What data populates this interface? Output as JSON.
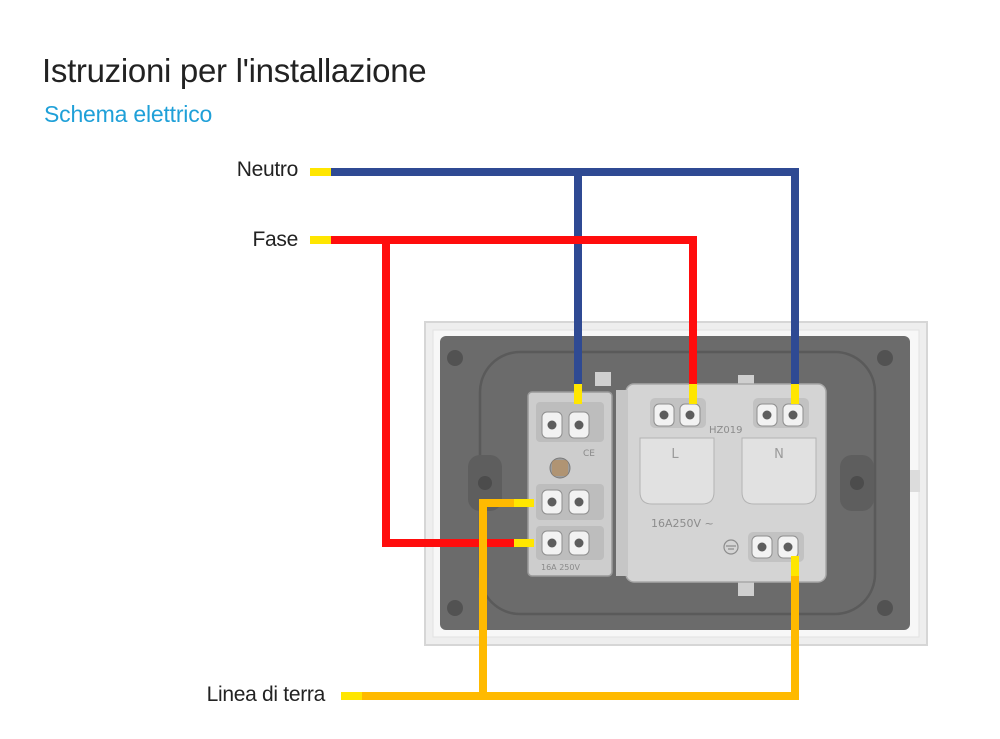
{
  "header": {
    "title": "Istruzioni per l'installazione",
    "subtitle": "Schema elettrico"
  },
  "wires": {
    "neutral": {
      "label": "Neutro",
      "color": "#2f4a93"
    },
    "phase": {
      "label": "Fase",
      "color": "#ff0d0d"
    },
    "earth": {
      "label": "Linea di terra",
      "color": "#ffba00"
    },
    "terminal_tip_color": "#ffe600"
  },
  "device": {
    "switch_module": {
      "marking": "16A 250V",
      "ce_mark": "CE"
    },
    "socket_module": {
      "model": "HZ019",
      "rating": "16A250V ~",
      "terminal_live": "L",
      "terminal_neutral": "N"
    }
  }
}
